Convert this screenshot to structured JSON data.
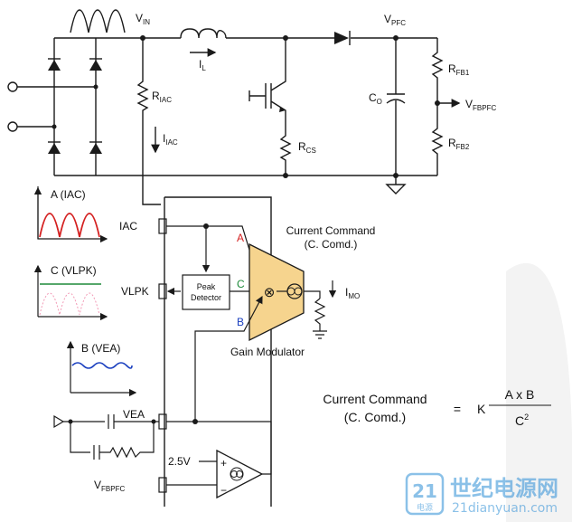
{
  "labels": {
    "vin_main": "V",
    "vin_sub": "IN",
    "il_main": "I",
    "il_sub": "L",
    "riac_main": "R",
    "riac_sub": "IAC",
    "iac_cur_main": "I",
    "iac_cur_sub": "IAC",
    "rcs_main": "R",
    "rcs_sub": "CS",
    "vpfc_main": "V",
    "vpfc_sub": "PFC",
    "rfb1_main": "R",
    "rfb1_sub": "FB1",
    "co_main": "C",
    "co_sub": "O",
    "vfbpfc_out_main": "V",
    "vfbpfc_out_sub": "FBPFC",
    "rfb2_main": "R",
    "rfb2_sub": "FB2",
    "iac_pin": "IAC",
    "vlpk_pin": "VLPK",
    "vea_pin": "VEA",
    "vfbpfc_pin_main": "V",
    "vfbpfc_pin_sub": "FBPFC",
    "ref_voltage": "2.5V",
    "peak_detector_line1": "Peak",
    "peak_detector_line2": "Detector",
    "current_command_title": "Current Command",
    "current_command_abbrev": "(C. Comd.)",
    "gain_modulator": "Gain Modulator",
    "imo_main": "I",
    "imo_sub": "MO",
    "input_a": "A",
    "input_b": "B",
    "input_c": "C",
    "plus_sign": "+",
    "minus_sign": "−",
    "multiplier_symbol": "⊗"
  },
  "waveforms": {
    "a_label": "A (IAC)",
    "c_label": "C (VLPK)",
    "b_label": "B (VEA)"
  },
  "equation": {
    "lhs_line1": "Current Command",
    "lhs_line2": "(C. Comd.)",
    "equals": "=",
    "k": "K",
    "numerator": "A x B",
    "denominator_main": "C",
    "denominator_exp": "2"
  },
  "watermark": {
    "logo_digits": "21",
    "logo_sub": "电源",
    "title": "世纪电源网",
    "url": "21dianyuan.com"
  },
  "colors": {
    "signal_a": "#d42020",
    "signal_b": "#1a3fbf",
    "signal_c": "#1e8a3a",
    "modulator_fill": "#f6d48e",
    "watermark_blue": "#2e8fd6"
  }
}
